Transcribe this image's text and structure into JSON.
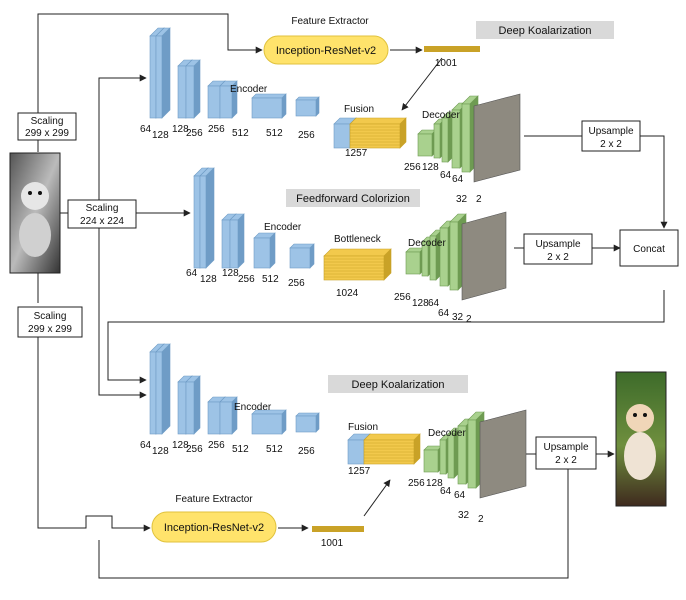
{
  "colors": {
    "encoder_blue": "#9dc3e6",
    "encoder_blue_dark": "#6f9cc6",
    "decoder_green": "#a9d18e",
    "decoder_green_dark": "#6e9b52",
    "fusion_gold": "#f2c94c",
    "fusion_gold_dark": "#c9a227",
    "extractor_yellow": "#ffe36b",
    "banner_gray": "#d9d9d9",
    "line": "#222222"
  },
  "inputs": {
    "scaling_top_1": "Scaling",
    "scaling_top_2": "299 x 299",
    "scaling_mid_1": "Scaling",
    "scaling_mid_2": "224 x 224",
    "scaling_bot_1": "Scaling",
    "scaling_bot_2": "299 x 299"
  },
  "top_branch": {
    "feature_extractor_title": "Feature Extractor",
    "feature_extractor_name": "Inception-ResNet-v2",
    "feature_vector_size": "1001",
    "banner": "Deep Koalarization",
    "encoder_label": "Encoder",
    "encoder_sizes": [
      "64",
      "128",
      "128",
      "256",
      "256",
      "512",
      "512",
      "256"
    ],
    "fusion_label": "Fusion",
    "fusion_size": "1257",
    "decoder_label": "Decoder",
    "decoder_sizes": [
      "256",
      "128",
      "64",
      "64",
      "32",
      "2"
    ],
    "upsample_1": "Upsample",
    "upsample_2": "2 x 2"
  },
  "mid_branch": {
    "banner": "Feedforward Colorizion",
    "encoder_label": "Encoder",
    "encoder_sizes": [
      "64",
      "128",
      "128",
      "256",
      "512",
      "256"
    ],
    "bottleneck_label": "Bottleneck",
    "bottleneck_size": "1024",
    "decoder_label": "Decoder",
    "decoder_sizes": [
      "256",
      "128",
      "64",
      "64",
      "32",
      "2"
    ],
    "upsample_1": "Upsample",
    "upsample_2": "2 x 2",
    "concat": "Concat"
  },
  "bottom_branch": {
    "banner": "Deep Koalarization",
    "encoder_label": "Encoder",
    "encoder_sizes": [
      "64",
      "128",
      "128",
      "256",
      "256",
      "512",
      "512",
      "256"
    ],
    "fusion_label": "Fusion",
    "fusion_size": "1257",
    "decoder_label": "Decoder",
    "decoder_sizes": [
      "256",
      "128",
      "64",
      "64",
      "32",
      "2"
    ],
    "upsample_1": "Upsample",
    "upsample_2": "2 x 2",
    "feature_extractor_title": "Feature Extractor",
    "feature_extractor_name": "Inception-ResNet-v2",
    "feature_vector_size": "1001"
  }
}
